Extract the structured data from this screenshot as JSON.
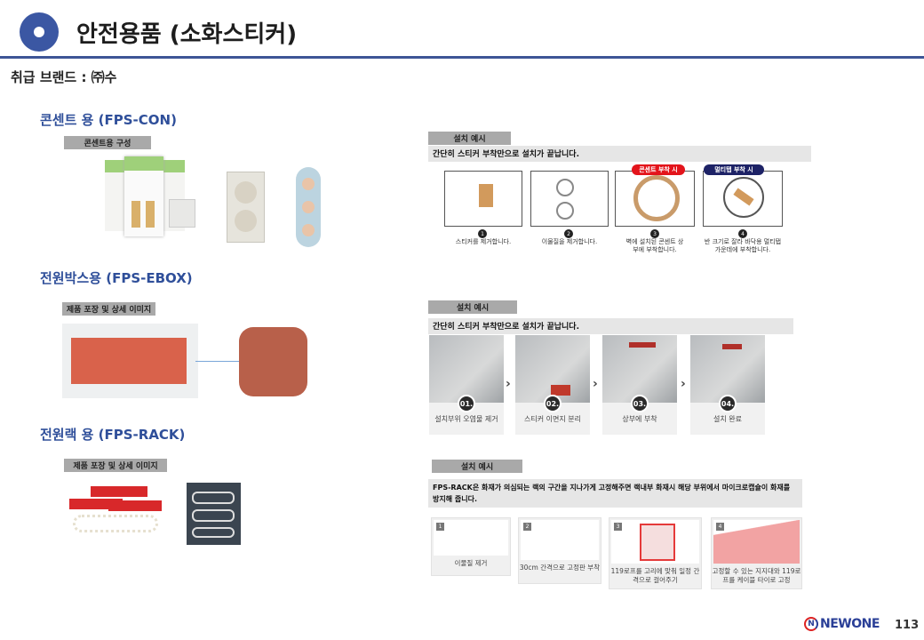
{
  "header": {
    "title": "안전용품 (소화스티커)",
    "brand_line": "취급 브랜드 : ㈜수"
  },
  "colors": {
    "accent": "#3b57a3",
    "section": "#2f4f9a",
    "red_badge": "#e3141b",
    "navy_badge": "#1d2266"
  },
  "con": {
    "heading": "콘센트 용 (FPS-CON)",
    "tag": "콘센트용 구성",
    "install_tag": "설치 예시",
    "install_bar": "간단히 스티커 부착만으로 설치가 끝납니다.",
    "badges": [
      "콘센트 부착 시",
      "멀티탭 부착 시"
    ],
    "steps": [
      {
        "num": "1",
        "caption": "스티커를 제거합니다."
      },
      {
        "num": "2",
        "caption": "이물질을 제거합니다."
      },
      {
        "num": "3",
        "caption": "벽에 설치된 콘센트 상부에 부착합니다."
      },
      {
        "num": "4",
        "caption": "반 크기로 잘라 바닥용 멀티탭 가운데에 부착합니다."
      }
    ]
  },
  "ebox": {
    "heading": "전원박스용 (FPS-EBOX)",
    "tag": "제품 포장 및 상세 이미지",
    "install_tag": "설치 예시",
    "install_bar": "간단히 스티커 부착만으로 설치가 끝납니다.",
    "steps": [
      {
        "num": "01.",
        "caption": "설치부위 오염물 제거"
      },
      {
        "num": "02.",
        "caption": "스티커 이면지 분리"
      },
      {
        "num": "03.",
        "caption": "상부에 부착"
      },
      {
        "num": "04.",
        "caption": "설치 완료"
      }
    ]
  },
  "rack": {
    "heading": "전원랙 용 (FPS-RACK)",
    "tag": "제품 포장 및 상세 이미지",
    "install_tag": "설치 예시",
    "install_bar": "FPS-RACK은 화재가 의심되는 랙의 구간을 지나가게 고정해주면 랙내부 화재시 해당 부위에서 마이크로캡슐이 화재를 방지해 줍니다.",
    "steps": [
      {
        "num": "1",
        "caption": "이물질 제거"
      },
      {
        "num": "2",
        "caption": "30cm 간격으로 고정판 부착"
      },
      {
        "num": "3",
        "caption": "119로프를 고리에 맞춰 일정 간격으로 걸어주기"
      },
      {
        "num": "4",
        "caption": "고정할 수 있는 지지대와 119로프를 케이블 타이로 고정"
      }
    ]
  },
  "footer": {
    "logo": "NEWONE",
    "page": "113"
  }
}
